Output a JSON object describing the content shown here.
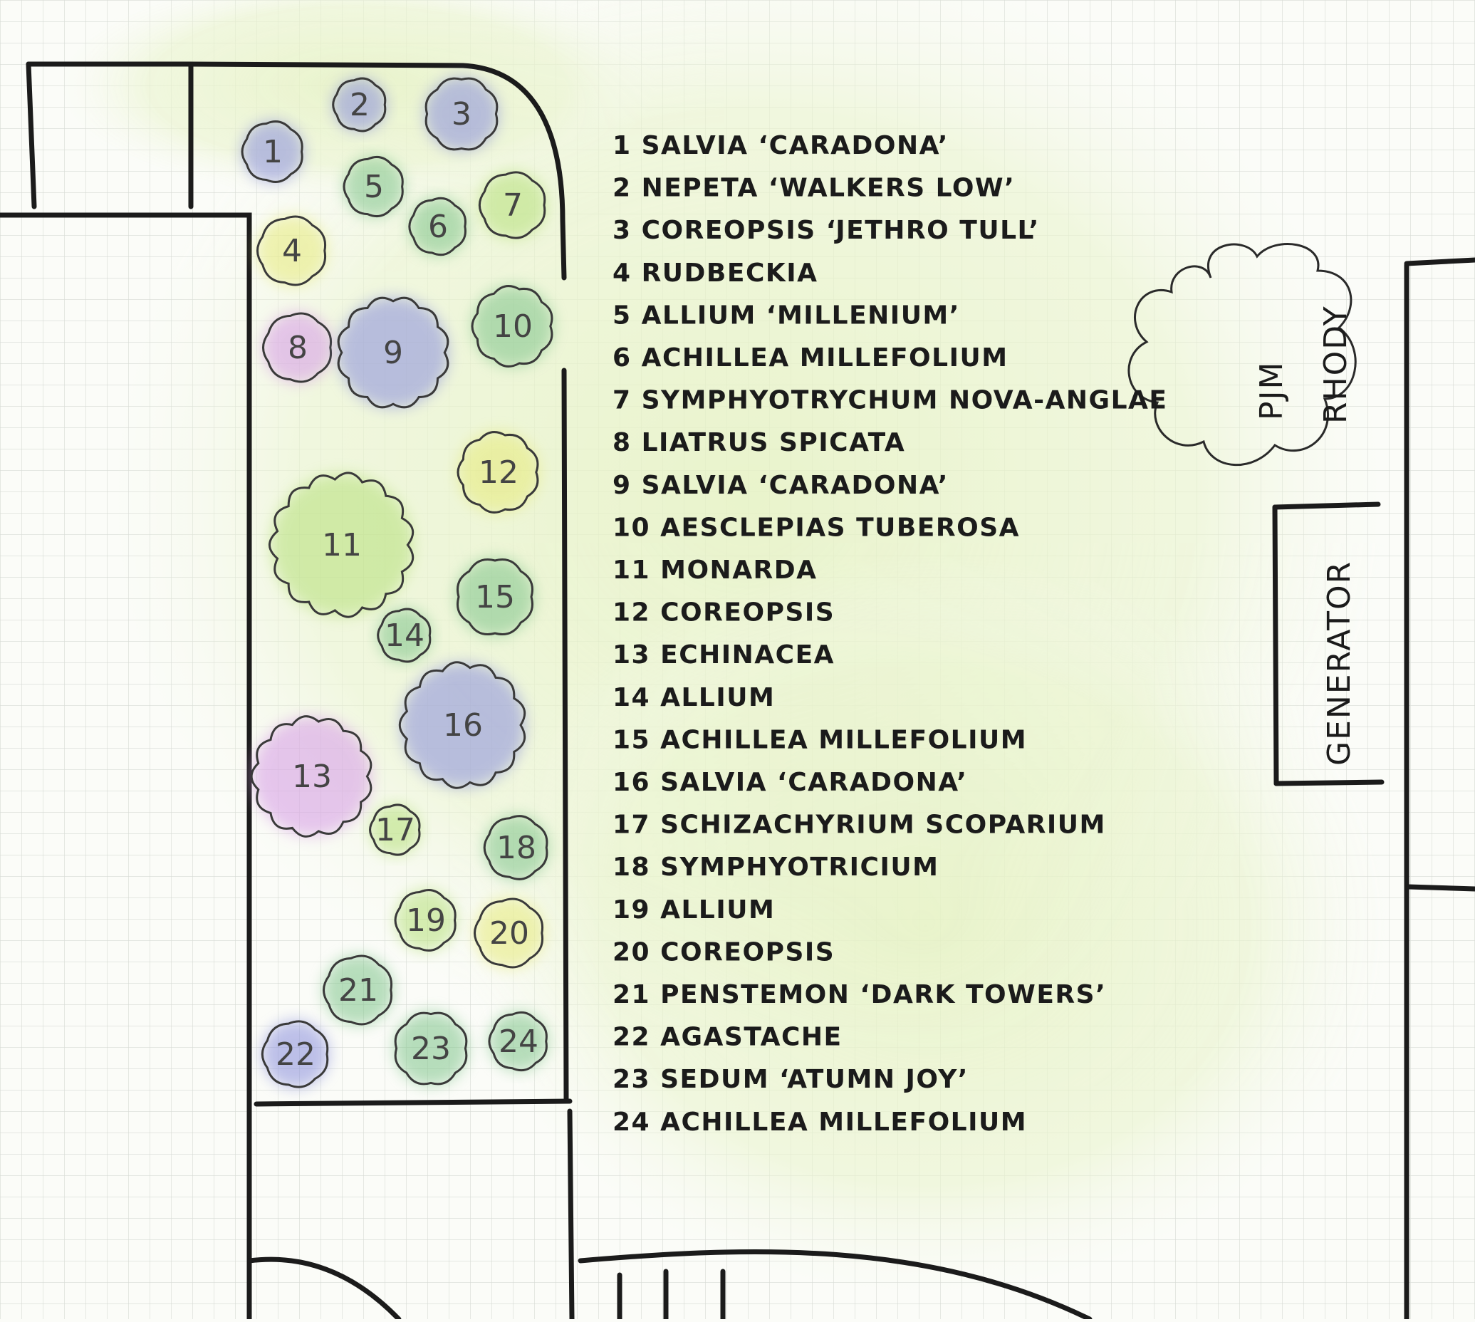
{
  "legend": [
    {
      "num": "1",
      "name": "SALVIA ‘CARADONA’"
    },
    {
      "num": "2",
      "name": "NEPETA ‘WALKERS LOW’"
    },
    {
      "num": "3",
      "name": "COREOPSIS ‘JETHRO TULL’"
    },
    {
      "num": "4",
      "name": "RUDBECKIA"
    },
    {
      "num": "5",
      "name": "ALLIUM ‘MILLENIUM’"
    },
    {
      "num": "6",
      "name": "ACHILLEA MILLEFOLIUM"
    },
    {
      "num": "7",
      "name": "SYMPHYOTRYCHUM NOVA-ANGLAE"
    },
    {
      "num": "8",
      "name": "LIATRUS SPICATA"
    },
    {
      "num": "9",
      "name": "SALVIA ‘CARADONA’"
    },
    {
      "num": "10",
      "name": "AESCLEPIAS TUBEROSA"
    },
    {
      "num": "11",
      "name": "MONARDA"
    },
    {
      "num": "12",
      "name": "COREOPSIS"
    },
    {
      "num": "13",
      "name": "ECHINACEA"
    },
    {
      "num": "14",
      "name": "ALLIUM"
    },
    {
      "num": "15",
      "name": "ACHILLEA MILLEFOLIUM"
    },
    {
      "num": "16",
      "name": "SALVIA ‘CARADONA’"
    },
    {
      "num": "17",
      "name": "SCHIZACHYRIUM SCOPARIUM"
    },
    {
      "num": "18",
      "name": "SYMPHYOTRICIUM"
    },
    {
      "num": "19",
      "name": "ALLIUM"
    },
    {
      "num": "20",
      "name": "COREOPSIS"
    },
    {
      "num": "21",
      "name": "PENSTEMON ‘DARK TOWERS’"
    },
    {
      "num": "22",
      "name": "AGASTACHE"
    },
    {
      "num": "23",
      "name": "SEDUM ‘ATUMN JOY’"
    },
    {
      "num": "24",
      "name": "ACHILLEA MILLEFOLIUM"
    }
  ],
  "labels": {
    "pjm": "PJM",
    "rhody": "RHODY",
    "generator": "GENERATOR"
  },
  "colors": {
    "purple": "#8a8fdc",
    "green": "#7fc48a",
    "yellow": "#e6ea7a",
    "magenta": "#d59ae6",
    "lime": "#b6e07a",
    "lawn": "#e7f3c9",
    "grid": "#d8dcd6",
    "ink": "#1b1b1b"
  }
}
